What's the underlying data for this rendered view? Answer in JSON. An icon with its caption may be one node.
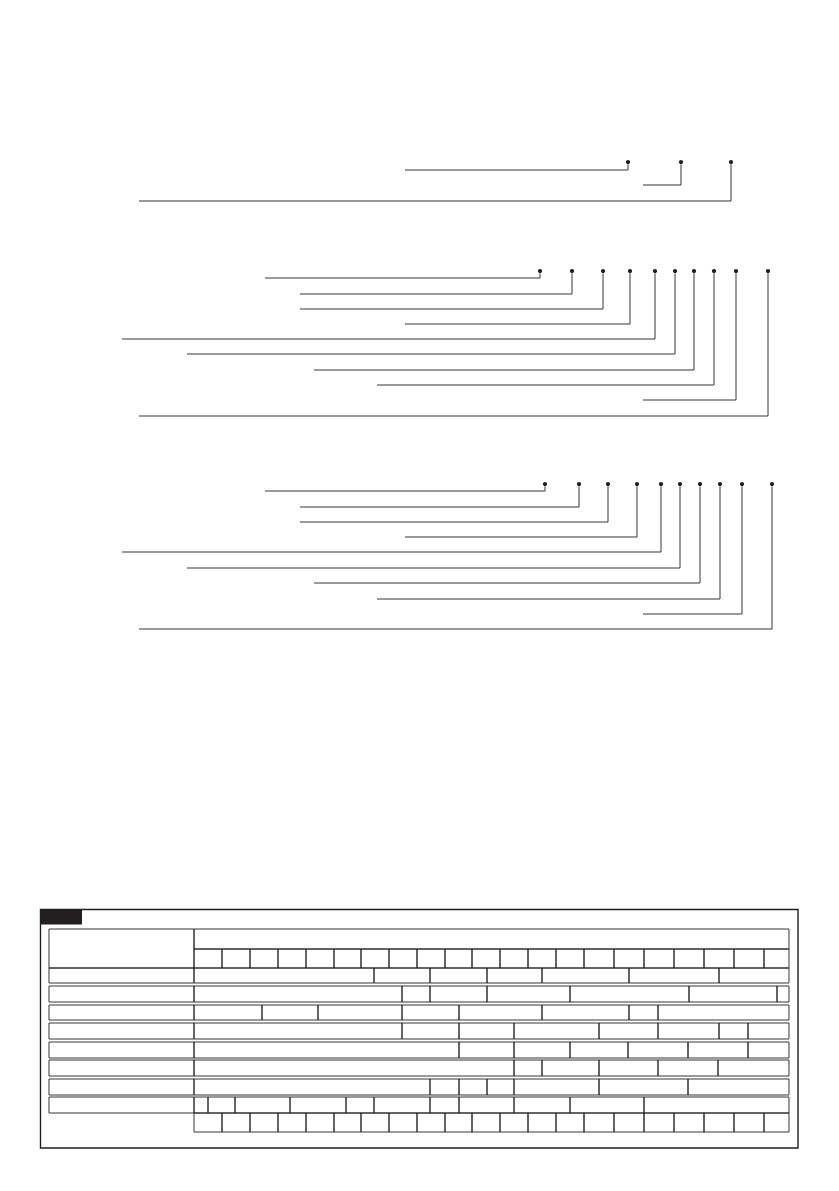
{
  "diagram": {
    "nodes": [
      {
        "text": [],
        "shape": "circle"
      },
      {
        "text": [],
        "shape": "circle"
      },
      {
        "text": [],
        "shape": "circle"
      },
      {
        "text": [],
        "shape": "circle"
      },
      {
        "text": [],
        "shape": "circle"
      },
      {
        "text": [],
        "shape": "circle"
      },
      {
        "text": [],
        "shape": "circle"
      },
      {
        "text": [],
        "shape": "circle"
      },
      {
        "text": [],
        "shape": "circle"
      },
      {
        "text": [],
        "shape": "circle"
      },
      {
        "text": [],
        "shape": "circle"
      },
      {
        "text": [],
        "shape": "circle"
      },
      {
        "text": [],
        "shape": "circle"
      },
      {
        "text": [],
        "shape": "circle"
      },
      {
        "text": [],
        "shape": "circle"
      },
      {
        "text": [],
        "shape": "circle"
      },
      {
        "text": [],
        "shape": "circle"
      },
      {
        "text": [],
        "shape": "circle"
      },
      {
        "text": [],
        "shape": "circle"
      },
      {
        "text": [],
        "shape": "circle"
      },
      {
        "text": [],
        "shape": "circle"
      },
      {
        "text": [],
        "shape": "circle"
      },
      {
        "text": [],
        "shape": "circle"
      }
    ],
    "edges": [
      {
        "from": null,
        "to": 0,
        "arrow": "none"
      },
      {
        "from": null,
        "to": 1,
        "arrow": "none"
      },
      {
        "from": null,
        "to": 2,
        "arrow": "none"
      },
      {
        "from": null,
        "to": 3,
        "arrow": "none"
      },
      {
        "from": null,
        "to": 4,
        "arrow": "none"
      },
      {
        "from": null,
        "to": 5,
        "arrow": "none"
      },
      {
        "from": null,
        "to": 6,
        "arrow": "none"
      },
      {
        "from": null,
        "to": 7,
        "arrow": "none"
      },
      {
        "from": null,
        "to": 8,
        "arrow": "none"
      },
      {
        "from": null,
        "to": 9,
        "arrow": "none"
      },
      {
        "from": null,
        "to": 10,
        "arrow": "none"
      },
      {
        "from": null,
        "to": 11,
        "arrow": "none"
      },
      {
        "from": null,
        "to": 12,
        "arrow": "none"
      },
      {
        "from": null,
        "to": 13,
        "arrow": "none"
      },
      {
        "from": null,
        "to": 14,
        "arrow": "none"
      },
      {
        "from": null,
        "to": 15,
        "arrow": "none"
      },
      {
        "from": null,
        "to": 16,
        "arrow": "none"
      },
      {
        "from": null,
        "to": 17,
        "arrow": "none"
      },
      {
        "from": null,
        "to": 18,
        "arrow": "none"
      },
      {
        "from": null,
        "to": 19,
        "arrow": "none"
      },
      {
        "from": null,
        "to": 20,
        "arrow": "none"
      },
      {
        "from": null,
        "to": 21,
        "arrow": "none"
      },
      {
        "from": null,
        "to": 22,
        "arrow": "none"
      }
    ]
  }
}
